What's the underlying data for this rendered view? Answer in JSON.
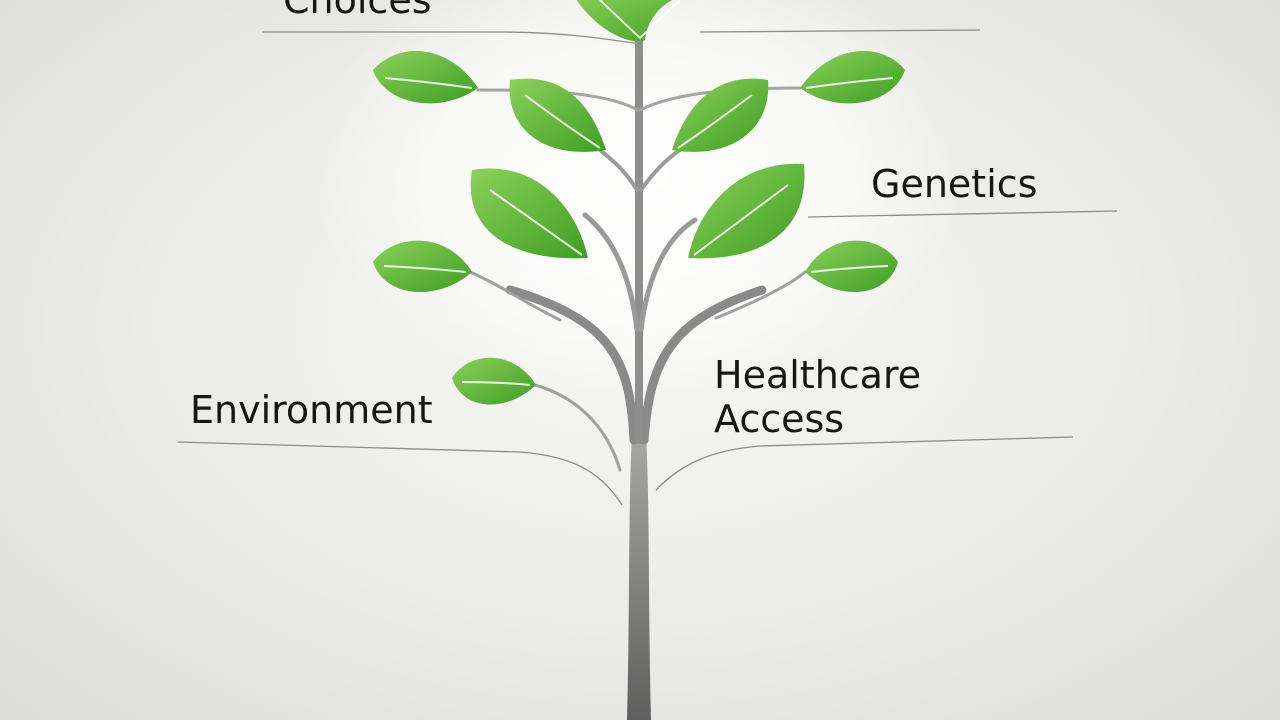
{
  "labels": {
    "choices": "Choices",
    "genetics": "Genetics",
    "environment": "Environment",
    "healthcare_line1": "Healthcare",
    "healthcare_line2": "Access"
  },
  "colors": {
    "leaf_light": "#8cd15a",
    "leaf_dark": "#3f9e24",
    "trunk": "#6e6e6e",
    "background": "#ebebe8",
    "text": "#161616"
  }
}
